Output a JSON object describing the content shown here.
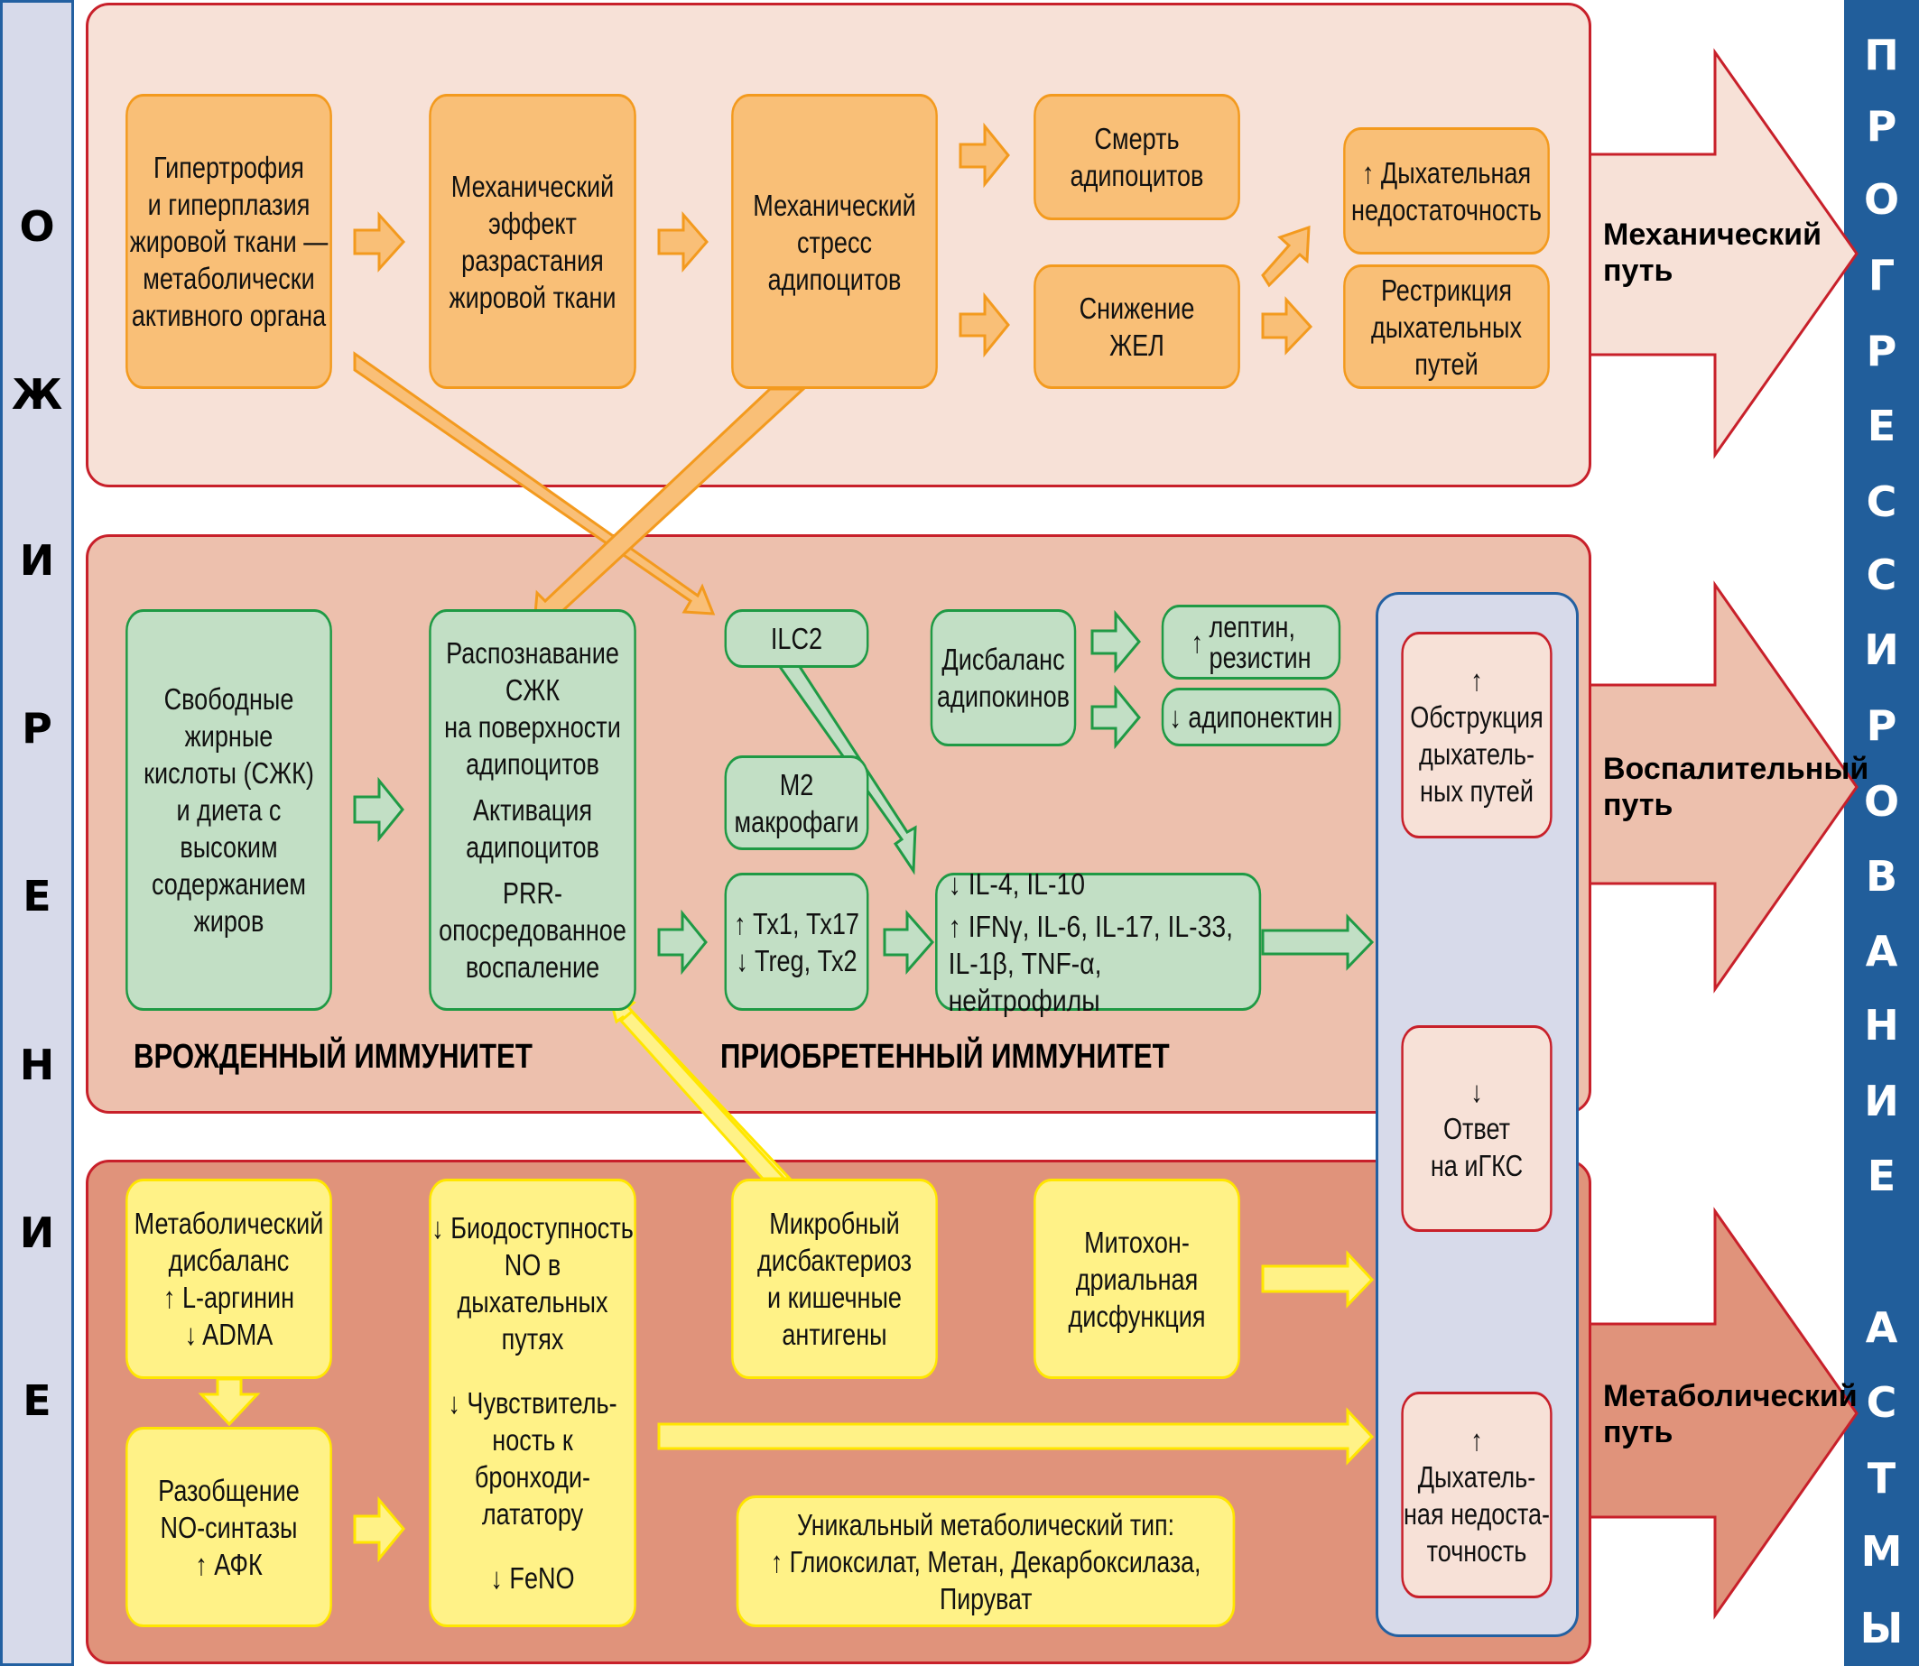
{
  "left_bar": {
    "title": "ОЖИРЕНИЕ",
    "letters": [
      "О",
      "Ж",
      "И",
      "Р",
      "Е",
      "Н",
      "И",
      "Е"
    ]
  },
  "right_bar": {
    "title": "ПРОГРЕССИРОВАНИЕ АСТМЫ",
    "letters": [
      "П",
      "Р",
      "О",
      "Г",
      "Р",
      "Е",
      "С",
      "С",
      "И",
      "Р",
      "О",
      "В",
      "А",
      "Н",
      "И",
      "Е",
      "",
      "А",
      "С",
      "Т",
      "М",
      "Ы"
    ]
  },
  "pathways": {
    "mechanical": {
      "label_line1": "Механический",
      "label_line2": "путь"
    },
    "inflammatory": {
      "label_line1": "Воспалительный",
      "label_line2": "путь"
    },
    "metabolic": {
      "label_line1": "Метаболический",
      "label_line2": "путь"
    }
  },
  "panel_mechanical": {
    "hypertrophy": [
      "Гипертрофия",
      "и гиперплазия",
      "жировой ткани —",
      "метаболически",
      "активного органа"
    ],
    "mech_effect": [
      "Механический",
      "эффект",
      "разрастания",
      "жировой ткани"
    ],
    "mech_stress": [
      "Механический",
      "стресс",
      "адипоцитов"
    ],
    "adipocyte_death": [
      "Смерть",
      "адипоцитов"
    ],
    "vc_decrease": [
      "Снижение",
      "ЖЕЛ"
    ],
    "resp_failure": [
      "↑ Дыхательная",
      "недостаточность"
    ],
    "airway_restriction": [
      "Рестрикция",
      "дыхательных",
      "путей"
    ]
  },
  "panel_inflammatory": {
    "ffa": [
      "Свободные",
      "жирные",
      "кислоты (СЖК)",
      "и диета с высоким",
      "содержанием",
      "жиров"
    ],
    "recognition": {
      "block1": [
        "Распознавание",
        "СЖК",
        "на поверхности",
        "адипоцитов"
      ],
      "block2": [
        "Активация",
        "адипоцитов"
      ],
      "block3": [
        "PRR-",
        "опосредованное",
        "воспаление"
      ]
    },
    "ilc2": "ILC2",
    "m2": [
      "M2",
      "макрофаги"
    ],
    "th": [
      "↑ Тх1, Тх17",
      "↓ Treg, Тх2"
    ],
    "adipokines": [
      "Дисбаланс",
      "адипокинов"
    ],
    "leptin": {
      "arrow": "↑",
      "lines": [
        "лептин,",
        "резистин"
      ]
    },
    "adiponectin": "↓ адипонектин",
    "cytokines": [
      "↓ IL-4, IL-10",
      "↑ IFNγ, IL-6, IL-17, IL-33,",
      "IL-1β, TNF-α, нейтрофилы"
    ],
    "heading_innate": "ВРОЖДЕННЫЙ ИММУНИТЕТ",
    "heading_adaptive": "ПРИОБРЕТЕННЫЙ ИММУНИТЕТ"
  },
  "outcomes": {
    "obstruction": [
      "↑",
      "Обструкция",
      "дыхатель-",
      "ных путей"
    ],
    "ics_response": [
      "↓",
      "Ответ",
      "на иГКС"
    ],
    "resp_failure": [
      "↑",
      "Дыхатель-",
      "ная недоста-",
      "точность"
    ]
  },
  "panel_metabolic": {
    "imbalance": [
      "Метаболический",
      "дисбаланс",
      "↑ L-аргинин",
      "↓ ADMA"
    ],
    "uncoupling": [
      "Разобщение",
      "NO-синтазы",
      "↑ АФК"
    ],
    "no_block": {
      "block1": [
        "↓ Биодоступность",
        "NO в дыхательных",
        "путях"
      ],
      "block2": [
        "↓ Чувствитель-",
        "ность к бронходи-",
        "лататору"
      ],
      "block3": [
        "↓ FeNO"
      ]
    },
    "microbial": [
      "Микробный",
      "дисбактериоз",
      "и кишечные",
      "антигены"
    ],
    "mitochondrial": [
      "Митохон-",
      "дриальная",
      "дисфункция"
    ],
    "unique_type": [
      "Уникальный метаболический тип:",
      "↑ Глиоксилат, Метан, Декарбоксилаза,",
      "Пируват"
    ]
  },
  "colors": {
    "panel_border": "#C8202A",
    "mechanical_bg": "#F7E1D7",
    "inflammatory_bg": "#EDC0AD",
    "metabolic_bg": "#E0937B",
    "orange_fill": "#F9BF77",
    "orange_border": "#F39A1E",
    "green_fill": "#C2DFC5",
    "green_border": "#1F9A45",
    "yellow_fill": "#FFF287",
    "yellow_border": "#FFE600",
    "blue_column_fill": "#D7DAEA",
    "blue_border": "#2360A1",
    "right_bar": "#215E9B"
  }
}
